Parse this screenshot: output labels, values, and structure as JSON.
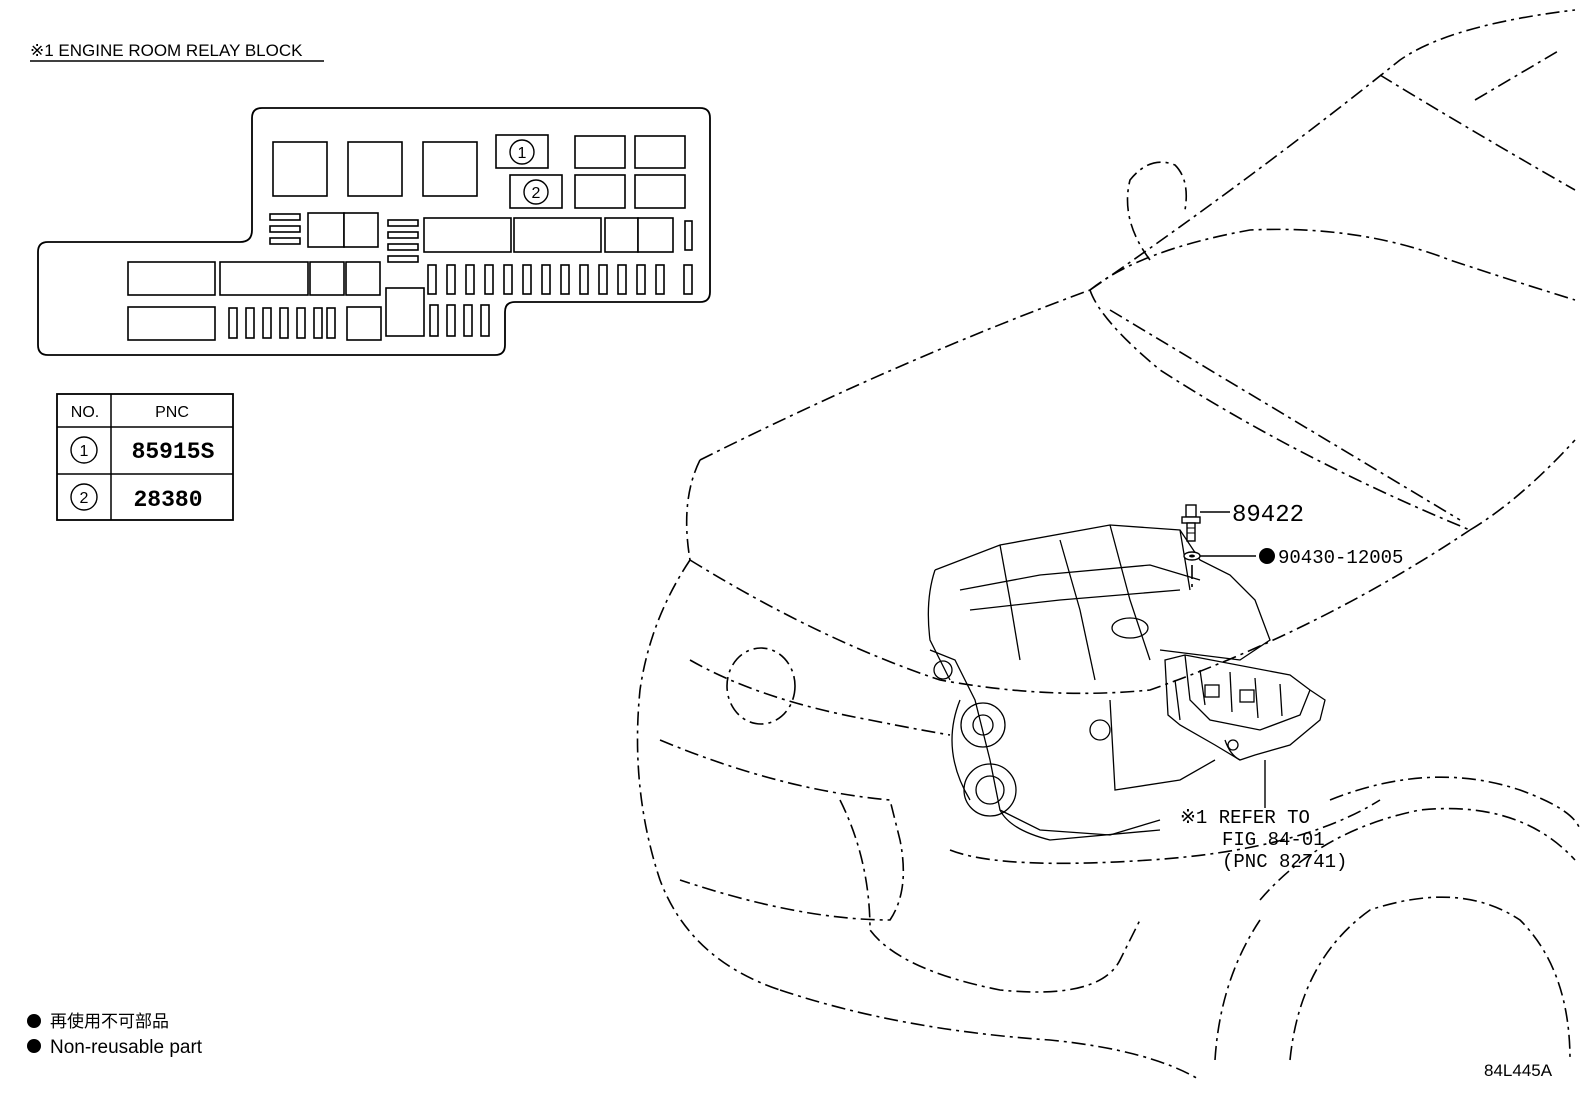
{
  "relay_block": {
    "title": "※1 ENGINE ROOM RELAY BLOCK",
    "marker_1": "1",
    "marker_2": "2"
  },
  "pnc_table": {
    "headers": [
      "NO.",
      "PNC"
    ],
    "rows": [
      {
        "no": "1",
        "pnc": "85915S"
      },
      {
        "no": "2",
        "pnc": "28380"
      }
    ]
  },
  "callouts": {
    "part_89422": "89422",
    "part_90430": "90430-12005",
    "refer_line1": "※1  REFER TO",
    "refer_line2": "FIG 84-01",
    "refer_line3": "(PNC 82741)"
  },
  "legend": {
    "jp": "再使用不可部品",
    "en": "Non-reusable part"
  },
  "figure_id": "84L445A"
}
